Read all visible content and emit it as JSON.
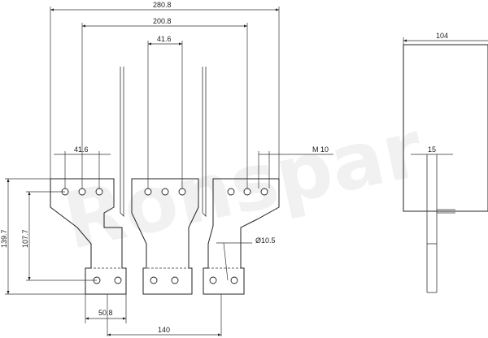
{
  "watermark": "Ronspar",
  "dimensions": {
    "overall_width": "280.8",
    "inner_width": "200.8",
    "center_width": "41.6",
    "left_width": "41.6",
    "thread": "M 10",
    "side_depth": "104",
    "side_thickness": "15",
    "height_total": "139.7",
    "height_lower": "107.7",
    "hole_dia": "Ø10.5",
    "pad_width": "50.8",
    "pitch": "140"
  }
}
